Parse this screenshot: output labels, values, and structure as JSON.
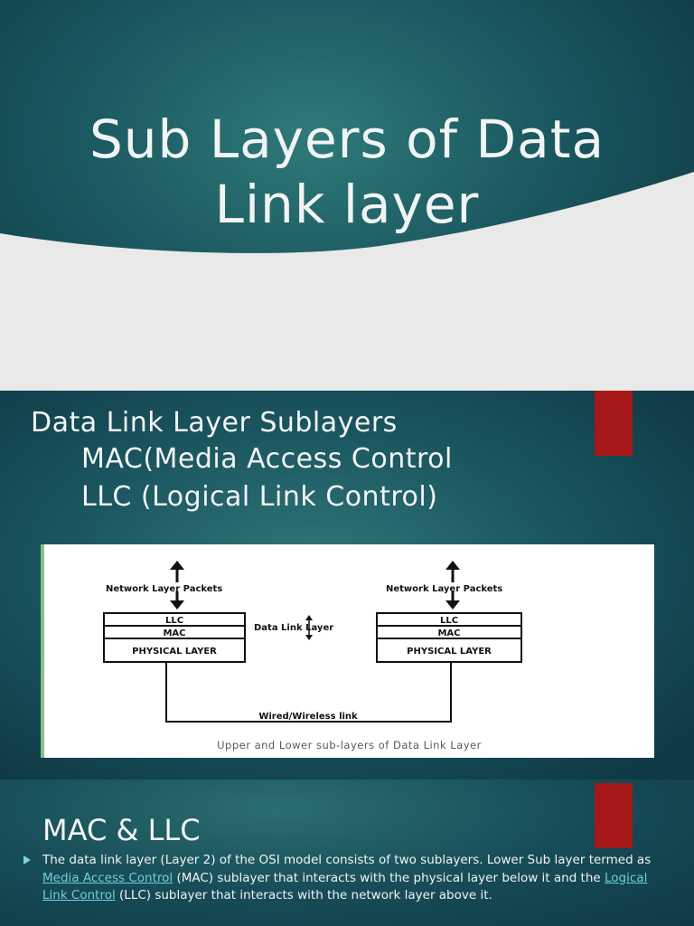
{
  "slide1": {
    "title_line1": "Sub Layers of Data",
    "title_line2": "Link layer"
  },
  "slide2": {
    "heading": "Data Link Layer Sublayers",
    "items": [
      "MAC(Media Access Control",
      "LLC (Logical Link Control)"
    ],
    "diagram": {
      "left_stack": {
        "top_label": "Network Layer Packets",
        "layers": [
          "LLC",
          "MAC",
          "PHYSICAL LAYER"
        ]
      },
      "right_stack": {
        "top_label": "Network Layer Packets",
        "layers": [
          "LLC",
          "MAC",
          "PHYSICAL LAYER"
        ]
      },
      "middle_label": "Data Link Layer",
      "link_label": "Wired/Wireless link",
      "caption": "Upper and Lower sub-layers of Data Link Layer"
    }
  },
  "slide3": {
    "heading": "MAC & LLC",
    "body_part1": "The data link layer (Layer 2) of the OSI model consists of two sublayers. Lower Sub layer termed as ",
    "link1": "Media Access Control",
    "body_part2": " (MAC)  sublayer that interacts with the physical layer below it and the ",
    "link2": "Logical Link Control",
    "body_part3": " (LLC) sublayer that interacts with the network layer above it."
  },
  "colors": {
    "accent_red": "#a61717",
    "teal_dark": "#0f3f49",
    "link": "#6fd0dc"
  }
}
